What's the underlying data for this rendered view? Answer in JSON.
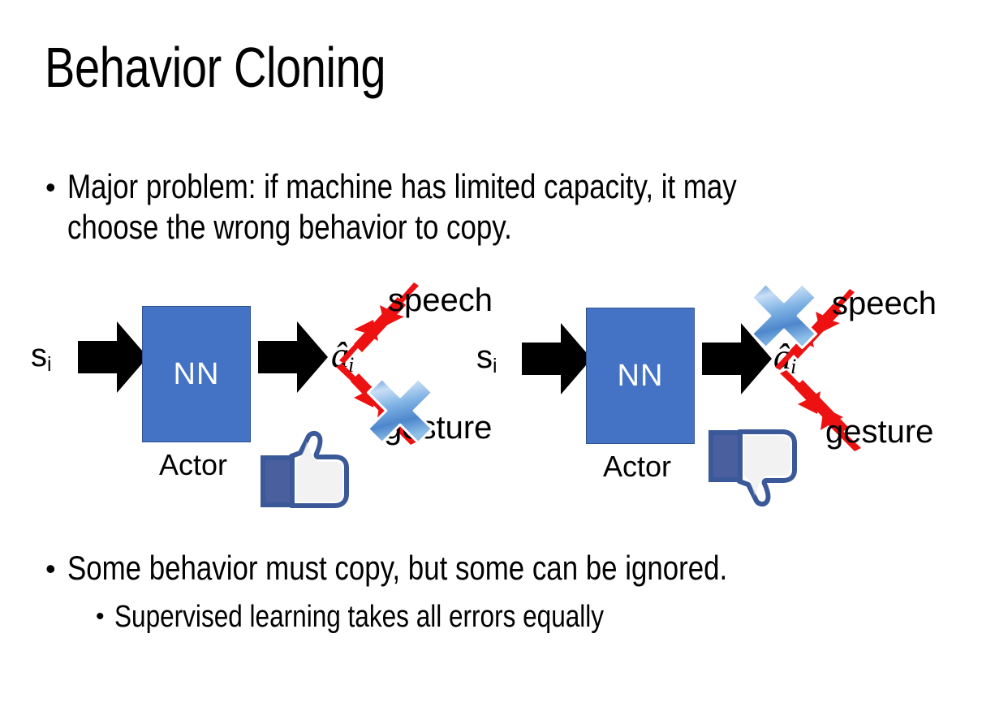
{
  "slide": {
    "title": "Behavior Cloning",
    "background_color": "#FFFFFF",
    "text_color": "#000000"
  },
  "bullets": [
    {
      "marker": "•",
      "text": "Major problem: if machine has limited capacity, it may choose the wrong behavior to copy.",
      "level": 1
    },
    {
      "marker": "•",
      "text": "Some behavior must copy, but some can be ignored.",
      "level": 1
    },
    {
      "marker": "•",
      "text": "Supervised learning takes all errors equally",
      "level": 2
    }
  ],
  "colors": {
    "nn_box_fill": "#4472C4",
    "nn_box_border": "#2F528F",
    "arrow_black": "#000000",
    "arrow_red": "#EE1111",
    "x_mark_blue": "#6FA8DC",
    "hand_outline": "#3B5998",
    "hand_fill": "#FFFFFF"
  },
  "diagrams": [
    {
      "id": "left",
      "input_label": "s",
      "input_subscript": "i",
      "box_label": "NN",
      "box_caption": "Actor",
      "output_label": "â",
      "output_subscript": "i",
      "branches": [
        {
          "name": "speech",
          "label": "speech",
          "direction": "up-right",
          "crossed_out": false
        },
        {
          "name": "gesture",
          "label": "gesture",
          "direction": "down-right",
          "crossed_out": true
        }
      ],
      "feedback_icon": "thumbs-up-icon",
      "feedback_sentiment": "positive"
    },
    {
      "id": "right",
      "input_label": "s",
      "input_subscript": "i",
      "box_label": "NN",
      "box_caption": "Actor",
      "output_label": "â",
      "output_subscript": "i",
      "branches": [
        {
          "name": "speech",
          "label": "speech",
          "direction": "up-right",
          "crossed_out": true
        },
        {
          "name": "gesture",
          "label": "gesture",
          "direction": "down-right",
          "crossed_out": false
        }
      ],
      "feedback_icon": "thumbs-down-icon",
      "feedback_sentiment": "negative"
    }
  ]
}
